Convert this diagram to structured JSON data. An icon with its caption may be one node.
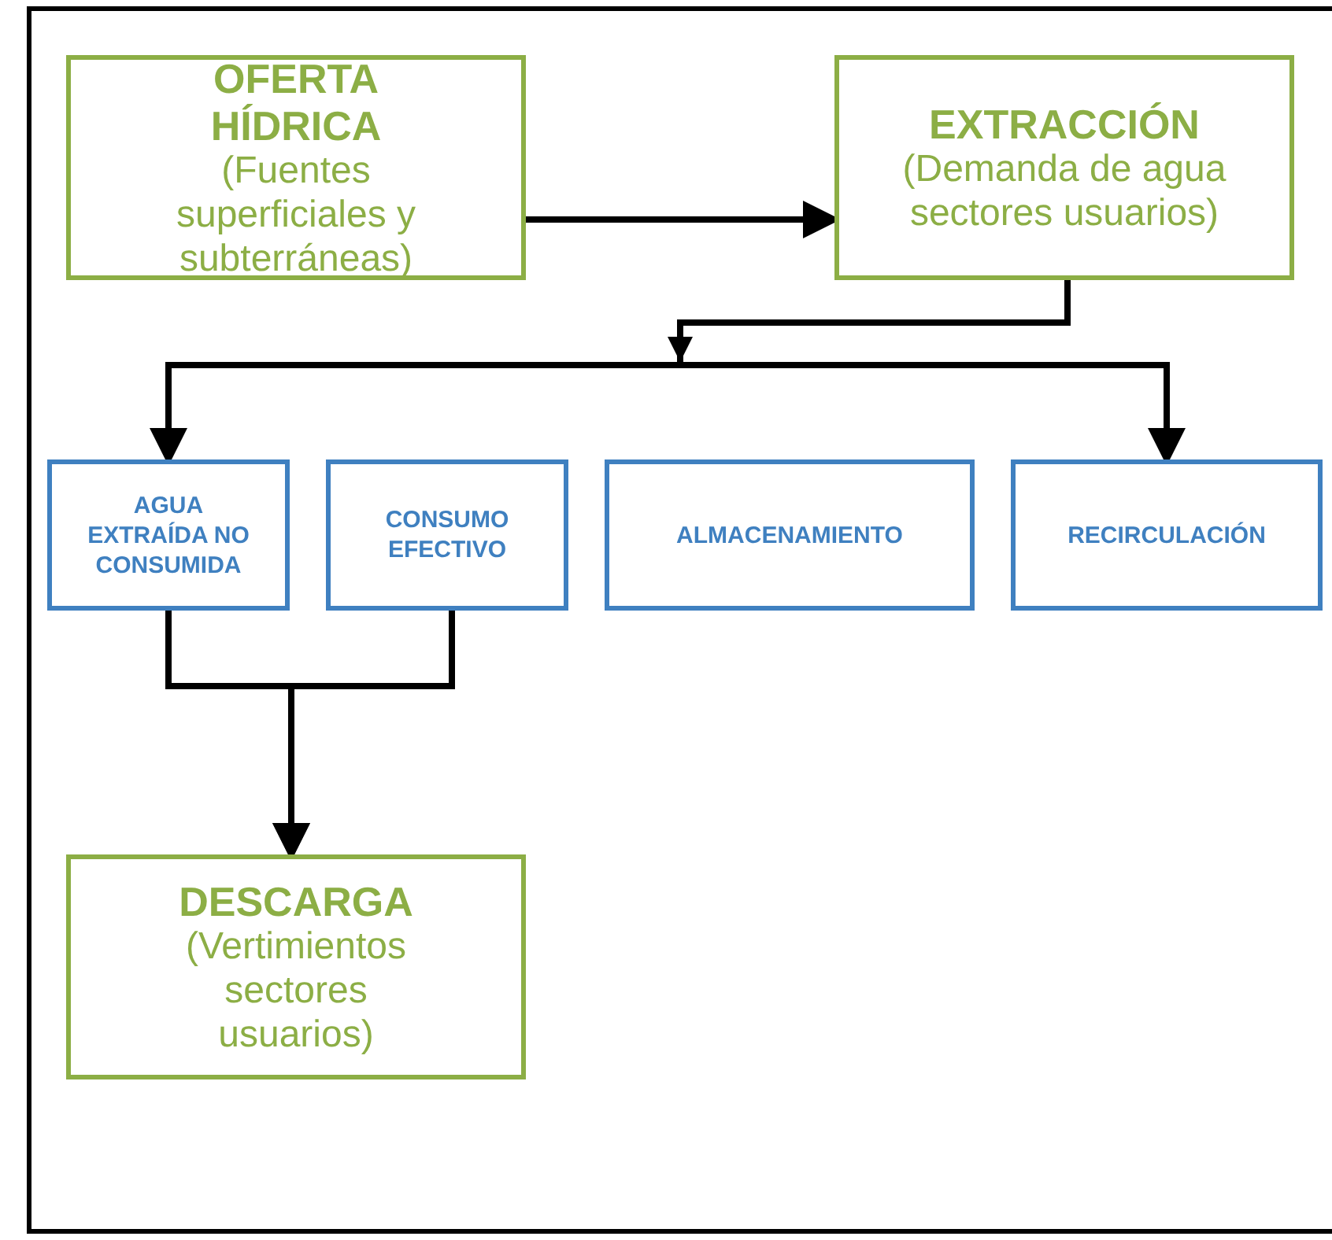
{
  "diagram": {
    "nodes": [
      {
        "text": [
          "OFERTA HÍDRICA",
          "(Fuentes superficiales y subterráneas)"
        ]
      },
      {
        "text": [
          "EXTRACCIÓN",
          "(Demanda de agua sectores usuarios)"
        ]
      },
      {
        "text": [
          "AGUA EXTRAÍDA NO CONSUMIDA"
        ]
      },
      {
        "text": [
          "CONSUMO EFECTIVO"
        ]
      },
      {
        "text": [
          "ALMACENAMIENTO"
        ]
      },
      {
        "text": [
          "RECIRCULACIÓN"
        ]
      },
      {
        "text": [
          "DESCARGA",
          "(Vertimientos sectores usuarios)"
        ]
      }
    ],
    "edges": [
      {
        "from": 0,
        "to": 1,
        "arrow": "to"
      },
      {
        "from": 1,
        "to": 2,
        "arrow": "to"
      },
      {
        "from": 1,
        "to": 5,
        "arrow": "to"
      },
      {
        "from": 2,
        "to": 6,
        "arrow": "to"
      },
      {
        "from": 3,
        "to": 6,
        "arrow": "to"
      }
    ]
  }
}
